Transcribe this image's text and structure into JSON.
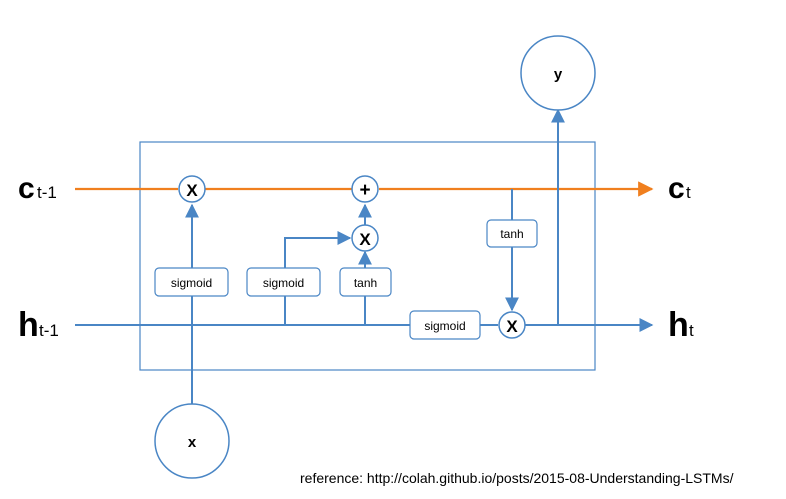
{
  "colors": {
    "cell_line": "#f07f1e",
    "hidden_line": "#4a86c5",
    "box_border": "#4a86c5"
  },
  "labels": {
    "c_prev_main": "c",
    "c_prev_sub": "t-1",
    "c_next_main": "c",
    "c_next_sub": "t",
    "h_prev_main": "h",
    "h_prev_sub": "t-1",
    "h_next_main": "h",
    "h_next_sub": "t"
  },
  "nodes": {
    "input": "x",
    "output": "y"
  },
  "operators": {
    "forget_mult": "X",
    "cell_add": "+",
    "input_mult": "X",
    "output_mult": "X"
  },
  "gates": {
    "forget": "sigmoid",
    "input": "sigmoid",
    "candidate": "tanh",
    "output": "sigmoid",
    "cell_tanh": "tanh"
  },
  "reference": "reference: http://colah.github.io/posts/2015-08-Understanding-LSTMs/"
}
